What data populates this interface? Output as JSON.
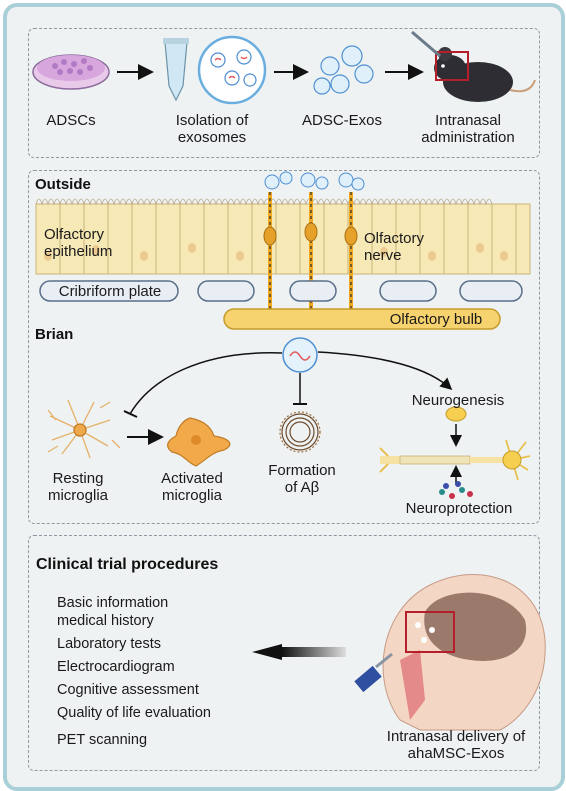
{
  "top_row": {
    "steps": [
      "ADSCs",
      "Isolation of exosomes",
      "ADSC-Exos",
      "Intranasal administration"
    ]
  },
  "middle": {
    "outside_title": "Outside",
    "epithelium_label": "Olfactory epithelium",
    "nerve_label": "Olfactory nerve",
    "cribriform_label": "Cribriform plate",
    "bulb_label": "Olfactory bulb",
    "brain_title": "Brian",
    "resting_label": "Resting microglia",
    "activated_label": "Activated microglia",
    "abeta_label": "Formation of Aβ",
    "neurogenesis_label": "Neurogenesis",
    "neuroprotection_label": "Neuroprotection"
  },
  "bottom": {
    "title": "Clinical trial procedures",
    "items": [
      "Basic information",
      "medical history",
      "Laboratory tests",
      "Electrocardiogram",
      "Cognitive assessment",
      "Quality of life evaluation",
      "PET scanning"
    ],
    "delivery_label": "Intranasal delivery of ahaMSC-Exos"
  },
  "colors": {
    "frame": "#a9cfd8",
    "background": "#eef2f3",
    "epithelium": "#f7e9b5",
    "bulb": "#f6d36e",
    "nerve": "#f0a81f",
    "microglia": "#f2a94a",
    "brain": "#9b7a6c"
  }
}
